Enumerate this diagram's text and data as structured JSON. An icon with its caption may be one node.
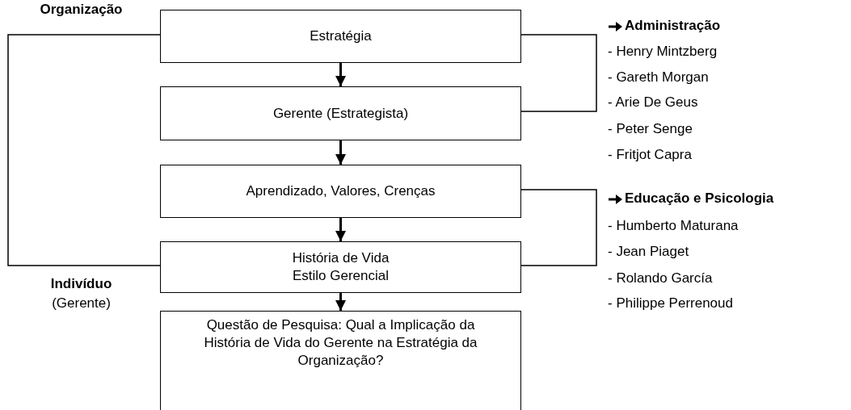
{
  "diagram": {
    "nodes": [
      {
        "text": [
          "Estratégia"
        ]
      },
      {
        "text": [
          "Gerente (Estrategista)"
        ]
      },
      {
        "text": [
          "Aprendizado, Valores, Crenças"
        ]
      },
      {
        "text": [
          "História de Vida Estilo Gerencial"
        ]
      },
      {
        "text": [
          "Questão de Pesquisa: Qual a Implicação da História de Vida do Gerente na Estratégia da Organização?"
        ]
      }
    ],
    "edges": [
      {
        "from": 0,
        "to": 1,
        "arrow": "to"
      },
      {
        "from": 1,
        "to": 2,
        "arrow": "to"
      },
      {
        "from": 2,
        "to": 3,
        "arrow": "to"
      },
      {
        "from": 3,
        "to": 4,
        "arrow": "to"
      },
      {
        "from": 0,
        "to": 3,
        "arrow": "none"
      },
      {
        "from": 0,
        "to": 1,
        "arrow": "none"
      },
      {
        "from": 2,
        "to": 3,
        "arrow": "none"
      }
    ],
    "labels": [
      "Organização",
      "Administração",
      "- Henry Mintzberg",
      "- Gareth Morgan",
      "- Arie De Geus",
      "- Peter Senge",
      "- Fritjot Capra",
      "Educação e Psicologia",
      "- Humberto Maturana",
      "- Jean Piaget",
      "- Rolando García",
      "Indivíduo",
      "(Gerente)",
      "- Philippe Perrenoud"
    ]
  }
}
